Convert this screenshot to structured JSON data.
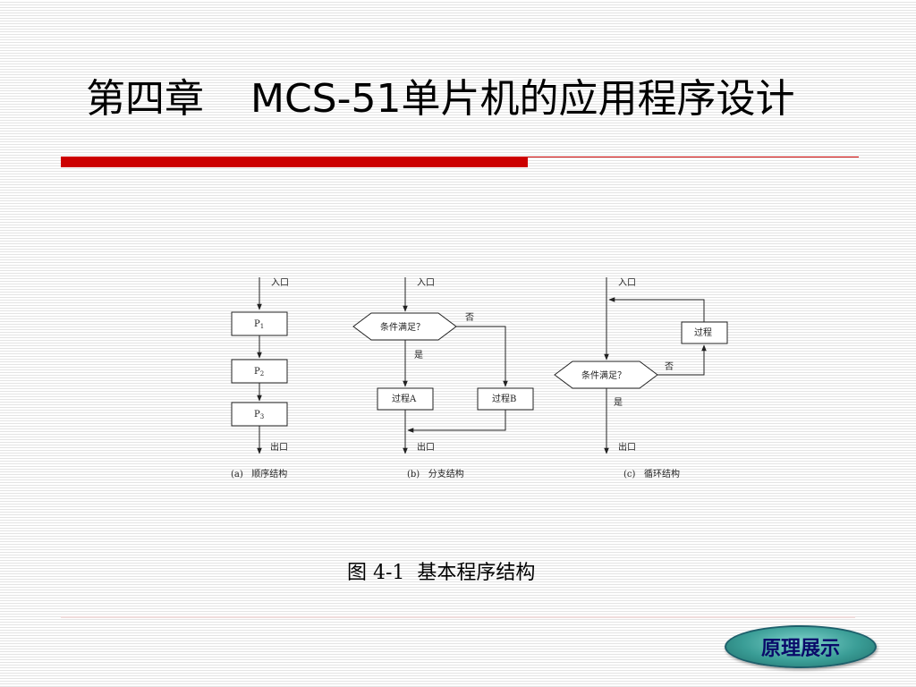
{
  "slide": {
    "title_chapter": "第四章",
    "title_main": "MCS-51单片机的应用程序设计"
  },
  "diagram": {
    "sequential": {
      "entry": "入口",
      "p1": "P",
      "p1_sub": "1",
      "p2": "P",
      "p2_sub": "2",
      "p3": "P",
      "p3_sub": "3",
      "exit": "出口",
      "caption": "(a)   顺序结构"
    },
    "branch": {
      "entry": "入口",
      "condition": "条件满足？",
      "no": "否",
      "yes": "是",
      "process_a": "过程A",
      "process_b": "过程B",
      "exit": "出口",
      "caption": "(b)   分支结构"
    },
    "loop": {
      "entry": "入口",
      "process": "过程",
      "condition": "条件满足？",
      "no": "否",
      "yes": "是",
      "exit": "出口",
      "caption": "(c)   循环结构"
    }
  },
  "figure_caption": "图 4-1  基本程序结构",
  "demo_button": {
    "label": "原理展示"
  },
  "colors": {
    "accent_red": "#cc0000",
    "button_fill": "#3a9d96",
    "button_text": "#0a0a6a"
  }
}
